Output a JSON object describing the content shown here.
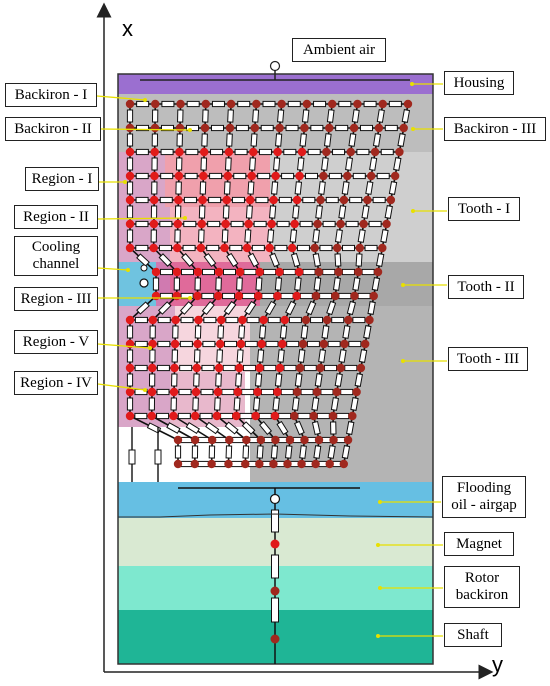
{
  "axes": {
    "x_label": "x",
    "y_label": "y"
  },
  "labels": {
    "ambient_air": "Ambient air",
    "housing": "Housing",
    "backiron_i": "Backiron - I",
    "backiron_ii": "Backiron - II",
    "backiron_iii": "Backiron - III",
    "region_i": "Region - I",
    "region_ii": "Region - II",
    "cooling_channel_1": "Cooling",
    "cooling_channel_2": "channel",
    "region_iii": "Region - III",
    "region_v": "Region - V",
    "region_iv": "Region - IV",
    "tooth_i": "Tooth - I",
    "tooth_ii": "Tooth - II",
    "tooth_iii": "Tooth - III",
    "flooding_1": "Flooding",
    "flooding_2": "oil - airgap",
    "magnet": "Magnet",
    "rotor_backiron_1": "Rotor",
    "rotor_backiron_2": "backiron",
    "shaft": "Shaft"
  },
  "colors": {
    "housing": "#9b6fd0",
    "backiron": "#bdbdbd",
    "stator_light": "#cfcfcf",
    "tooth_ii": "#a8a8a8",
    "tooth_iii": "#b4b4b4",
    "region_pink": "#d9a6c8",
    "region_red": "#f08a9a",
    "cooling": "#6fc3e0",
    "flooding": "#66bfe3",
    "magnet": "#d9e9d2",
    "rotor_backiron": "#7ee8cf",
    "shaft": "#1fb596",
    "node": "#e01a1a",
    "node_dark": "#a0281e",
    "leader": "#e8e000"
  }
}
